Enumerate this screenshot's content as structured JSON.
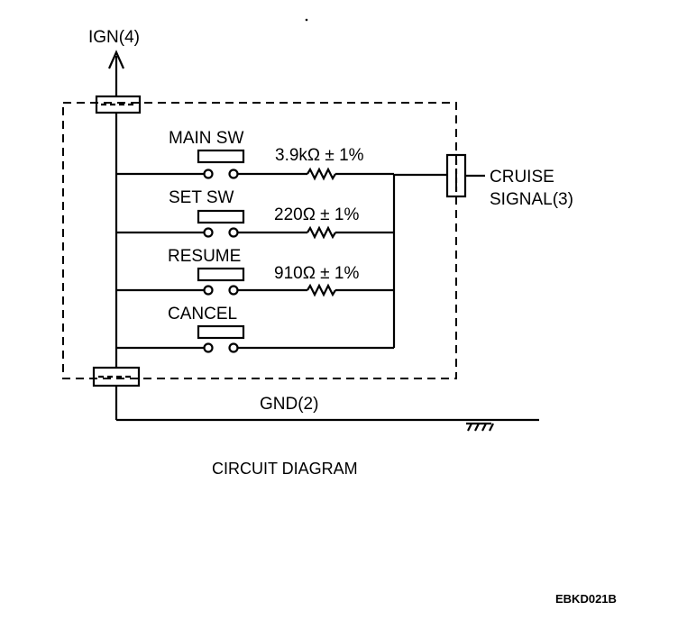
{
  "labels": {
    "ign": "IGN(4)",
    "gnd": "GND(2)",
    "cruise_line1": "CRUISE",
    "cruise_line2": "SIGNAL(3)",
    "caption": "CIRCUIT DIAGRAM",
    "figure_code": "EBKD021B"
  },
  "switches": [
    {
      "name": "MAIN SW",
      "resistor": "3.9kΩ ± 1%"
    },
    {
      "name": "SET SW",
      "resistor": "220Ω ± 1%"
    },
    {
      "name": "RESUME",
      "resistor": "910Ω ± 1%"
    },
    {
      "name": "CANCEL",
      "resistor": ""
    }
  ],
  "colors": {
    "line": "#000000",
    "background": "#ffffff"
  }
}
